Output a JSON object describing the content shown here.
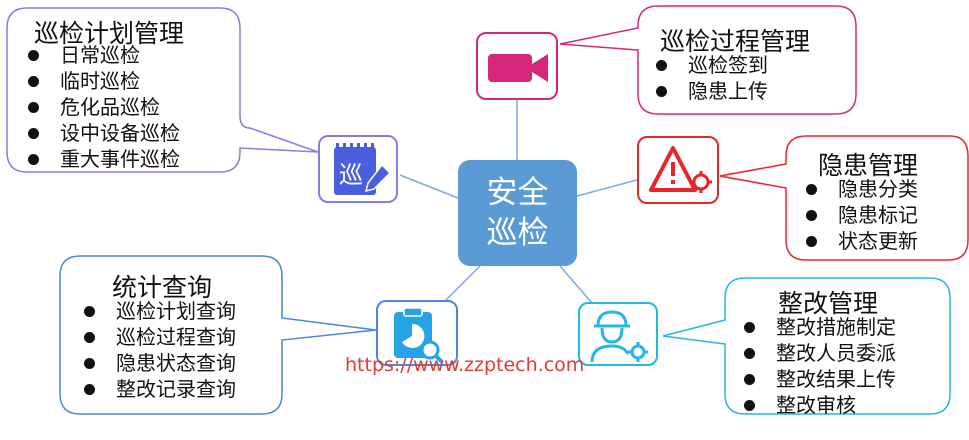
{
  "center": {
    "line1": "安全",
    "line2": "巡检"
  },
  "nodes": {
    "plan": {
      "title": "巡检计划管理",
      "items": [
        "日常巡检",
        "临时巡检",
        "危化品巡检",
        "设中设备巡检",
        "重大事件巡检"
      ],
      "color": "#8080e0",
      "icon": "pen-note-icon"
    },
    "process": {
      "title": "巡检过程管理",
      "items": [
        "巡检签到",
        "隐患上传"
      ],
      "color": "#d6287a",
      "icon": "video-camera-icon"
    },
    "hazard": {
      "title": "隐患管理",
      "items": [
        "隐患分类",
        "隐患标记",
        "状态更新"
      ],
      "color": "#e8262a",
      "icon": "warning-gear-icon"
    },
    "stats": {
      "title": "统计查询",
      "items": [
        "巡检计划查询",
        "巡检过程查询",
        "隐患状态查询",
        "整改记录查询"
      ],
      "color": "#4f86d6",
      "icon": "report-search-icon"
    },
    "rectify": {
      "title": "整改管理",
      "items": [
        "整改措施制定",
        "整改人员委派",
        "整改结果上传",
        "整改审核"
      ],
      "color": "#24b7e6",
      "icon": "worker-gear-icon"
    }
  },
  "watermark": "https://www.zzptech.com"
}
